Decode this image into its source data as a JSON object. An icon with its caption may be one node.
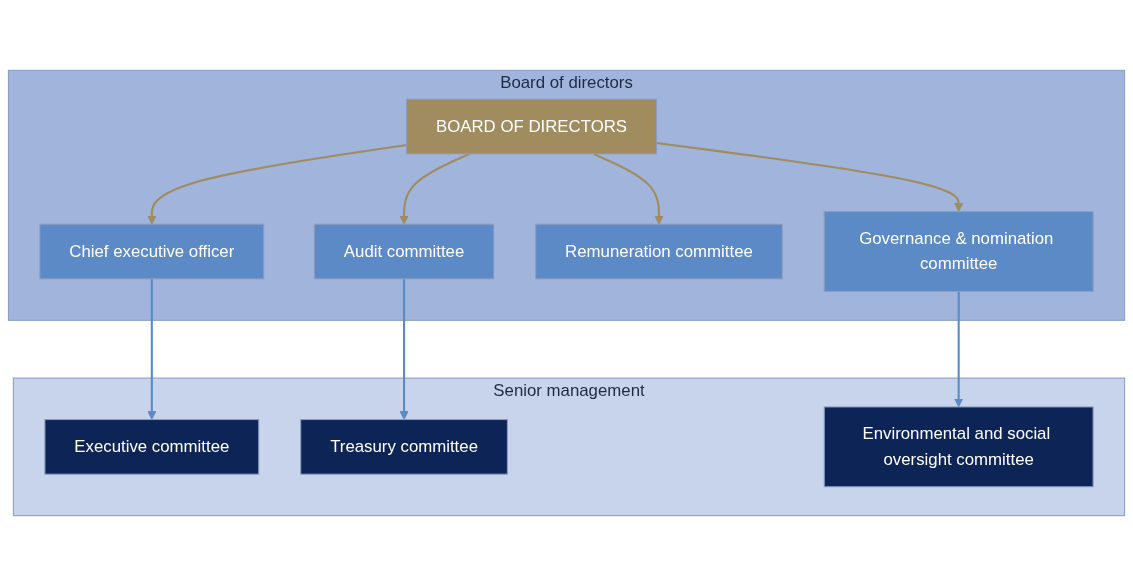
{
  "diagram": {
    "nodes": [
      {
        "text": [
          "Board of directors"
        ]
      },
      {
        "text": [
          "BOARD OF DIRECTORS"
        ],
        "in": 0
      },
      {
        "text": [
          "Chief executive officer"
        ],
        "in": 0
      },
      {
        "text": [
          "Audit committee"
        ],
        "in": 0
      },
      {
        "text": [
          "Remuneration committee"
        ],
        "in": 0
      },
      {
        "text": [
          "Governance & nomination committee"
        ],
        "in": 0
      },
      {
        "text": [
          "Senior management"
        ]
      },
      {
        "text": [
          "Executive committee"
        ],
        "in": 6
      },
      {
        "text": [
          "Treasury committee"
        ],
        "in": 6
      },
      {
        "text": [
          "Environmental and social oversight committee"
        ],
        "in": 6
      }
    ],
    "edges": [
      {
        "from": 1,
        "to": 2,
        "arrow": "to"
      },
      {
        "from": 1,
        "to": 3,
        "arrow": "to"
      },
      {
        "from": 1,
        "to": 4,
        "arrow": "to"
      },
      {
        "from": 1,
        "to": 5,
        "arrow": "to"
      },
      {
        "from": 2,
        "to": 7,
        "arrow": "to",
        "color": "#5b8ac6"
      },
      {
        "from": 3,
        "to": 8,
        "arrow": "to",
        "color": "#5b8ac6"
      },
      {
        "from": 5,
        "to": 9,
        "arrow": "to",
        "color": "#5b8ac6"
      }
    ]
  }
}
